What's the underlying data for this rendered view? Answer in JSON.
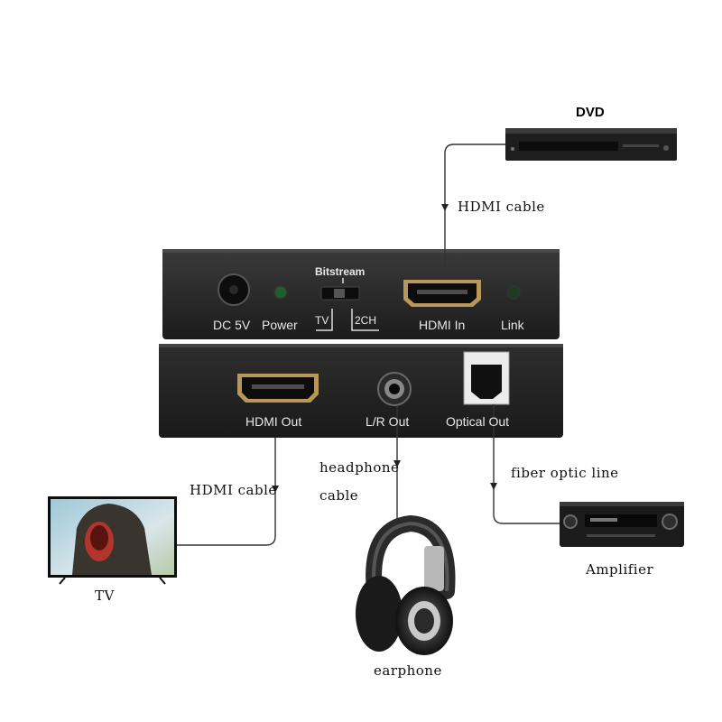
{
  "devices": {
    "dvd": "DVD",
    "tv": "TV",
    "earphone": "earphone",
    "amplifier": "Amplifier"
  },
  "cables": {
    "hdmi_in": "HDMI cable",
    "hdmi_out": "HDMI cable",
    "headphone_line1": "headphone",
    "headphone_line2": "cable",
    "optical": "fiber optic line"
  },
  "panel_top": {
    "dc": "DC 5V",
    "power": "Power",
    "bitstream": "Bitstream",
    "tv_mode": "TV",
    "ch2_mode": "2CH",
    "hdmi_in": "HDMI In",
    "link": "Link"
  },
  "panel_bottom": {
    "hdmi_out": "HDMI Out",
    "lr_out": "L/R Out",
    "optical_out": "Optical Out"
  }
}
